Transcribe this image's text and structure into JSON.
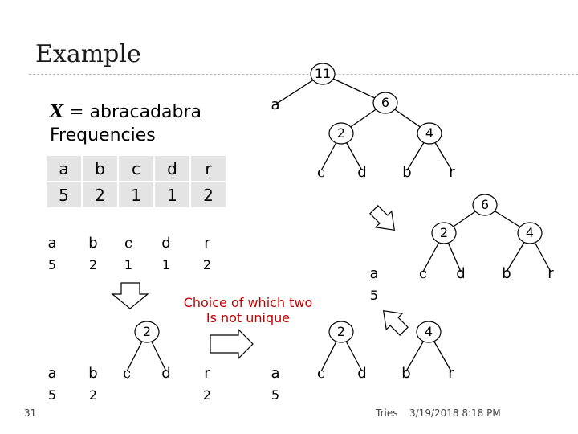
{
  "slide": {
    "title": "Example",
    "string_label": "X",
    "string_value": " = abracadabra",
    "frequencies_label": "Frequencies",
    "page_number": "31",
    "footer_topic": "Tries",
    "footer_date": "3/19/2018 8:18 PM",
    "note_line1": "Choice of which two",
    "note_line2": "Is not unique"
  },
  "freq_table": {
    "symbols": [
      "a",
      "b",
      "c",
      "d",
      "r"
    ],
    "counts": [
      "5",
      "2",
      "1",
      "1",
      "2"
    ]
  },
  "colors": {
    "node_fill": "#ffffff",
    "accent_note": "#c00000",
    "table_fill": "#e4e4e4"
  },
  "step1": {
    "symbols": [
      "a",
      "b",
      "c",
      "d",
      "r"
    ],
    "counts": [
      "5",
      "2",
      "1",
      "1",
      "2"
    ]
  },
  "step2": {
    "symbols": [
      "a",
      "b",
      "c",
      "d",
      "r"
    ],
    "counts": [
      "5",
      "2",
      "",
      "",
      "2"
    ],
    "node": "2"
  },
  "step3": {
    "symbols": [
      "a",
      "c",
      "d",
      "b",
      "r"
    ],
    "counts": [
      "5"
    ],
    "nodes": [
      "2",
      "4"
    ]
  },
  "step4": {
    "symbols": [
      "a",
      "c",
      "d",
      "b",
      "r"
    ],
    "count_a": "5",
    "nodes": [
      "6",
      "2",
      "4"
    ]
  },
  "step5": {
    "symbols": [
      "a",
      "c",
      "d",
      "b",
      "r"
    ],
    "nodes": [
      "11",
      "6",
      "2",
      "4"
    ]
  }
}
